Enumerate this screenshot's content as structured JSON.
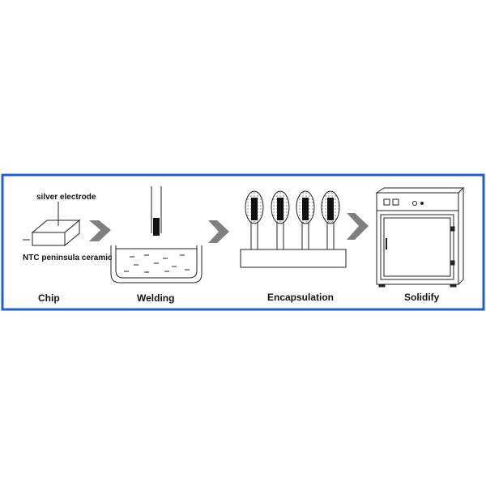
{
  "annotations": {
    "silver_electrode": "silver electrode",
    "ntc_ceramic": "NTC peninsula ceramic"
  },
  "steps": [
    {
      "id": "chip",
      "label": "Chip"
    },
    {
      "id": "welding",
      "label": "Welding"
    },
    {
      "id": "encapsulation",
      "label": "Encapsulation"
    },
    {
      "id": "solidify",
      "label": "Solidify"
    }
  ],
  "colors": {
    "frame_border": "#1e5fd0",
    "arrow": "#7f7f7f",
    "line": "#222222",
    "dot_fill": "#9aa6b8",
    "resistor": "#111111"
  },
  "icons": {
    "chip": "ceramic-chip-icon",
    "welding": "solder-bath-icon",
    "encapsulation": "dipping-rack-icon",
    "solidify": "curing-oven-icon"
  }
}
